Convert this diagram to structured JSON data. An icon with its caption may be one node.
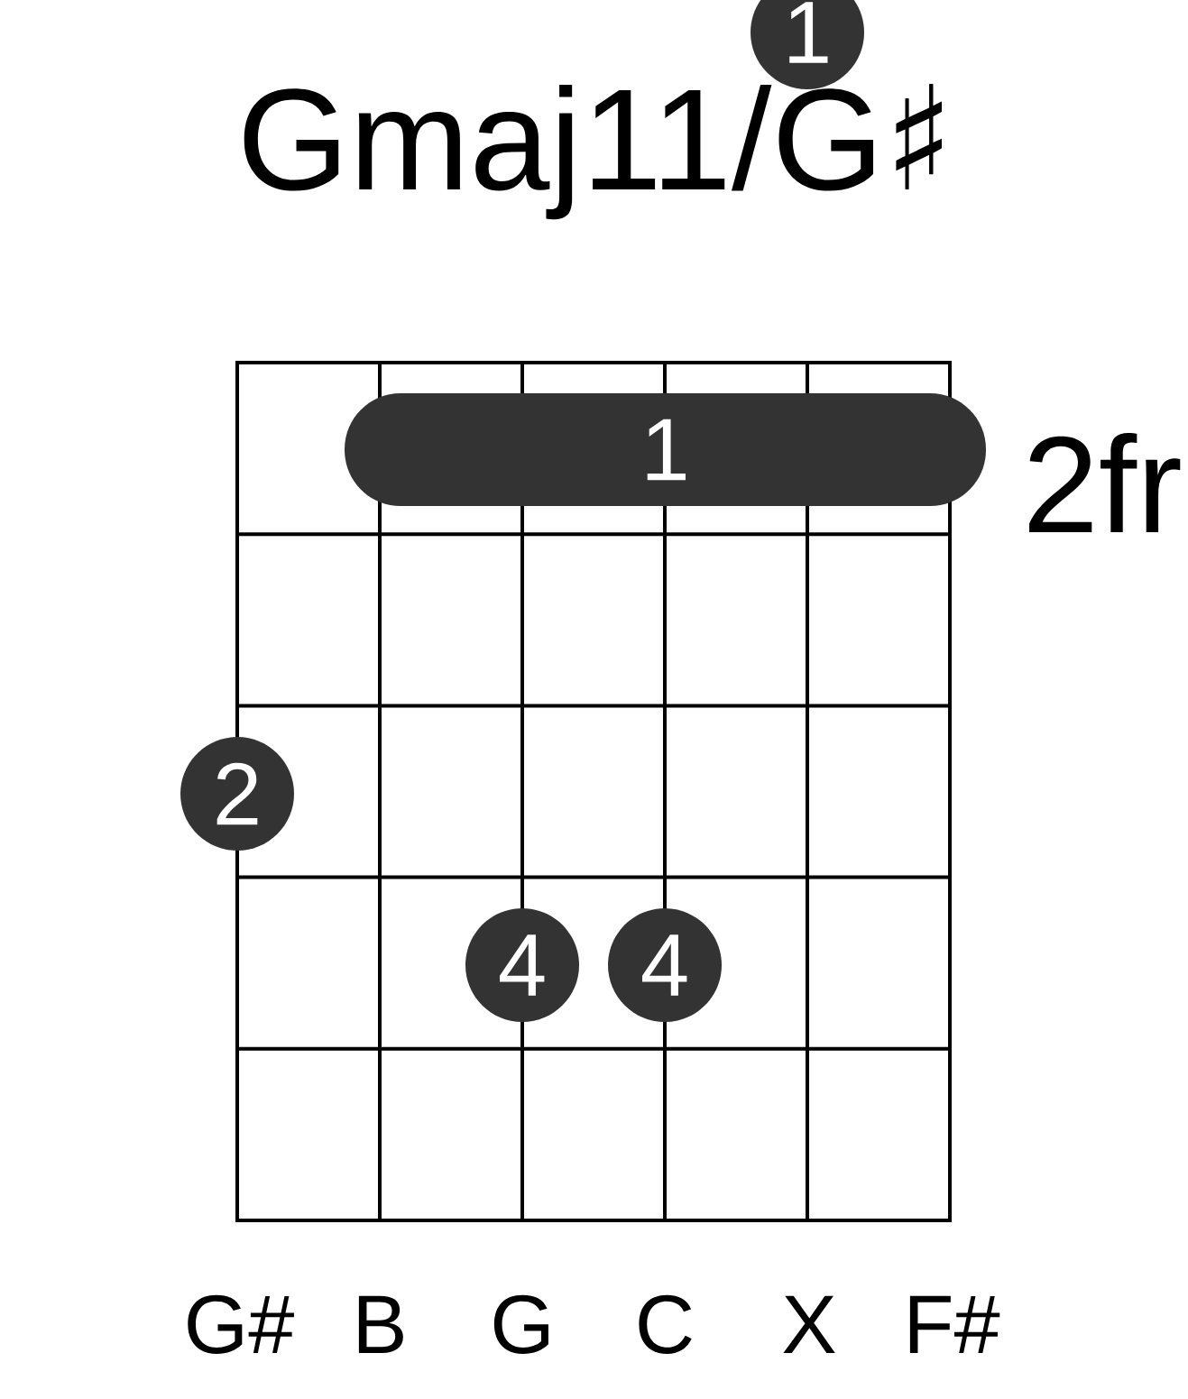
{
  "diagram": {
    "title": "Gmaj11/G♯",
    "nodes": [
      {
        "text": [
          "1"
        ]
      },
      {
        "text": [
          "1"
        ]
      },
      {
        "text": [
          "2"
        ]
      },
      {
        "text": [
          "4"
        ]
      },
      {
        "text": [
          "4"
        ]
      }
    ],
    "labels": [
      "2fr",
      "G#",
      "B",
      "G",
      "C",
      "X",
      "F#"
    ]
  }
}
